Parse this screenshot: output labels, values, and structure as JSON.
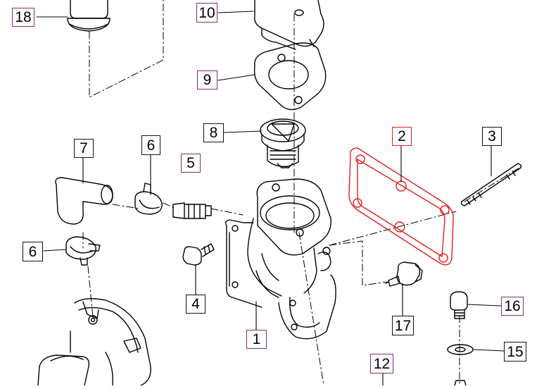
{
  "diagram": {
    "callouts": [
      {
        "id": "1",
        "label": "1",
        "style": "purple"
      },
      {
        "id": "2",
        "label": "2",
        "style": "red"
      },
      {
        "id": "3",
        "label": "3",
        "style": "black"
      },
      {
        "id": "4",
        "label": "4",
        "style": "black"
      },
      {
        "id": "5",
        "label": "5",
        "style": "purple"
      },
      {
        "id": "6a",
        "label": "6",
        "style": "black"
      },
      {
        "id": "6b",
        "label": "6",
        "style": "black"
      },
      {
        "id": "7",
        "label": "7",
        "style": "black"
      },
      {
        "id": "8",
        "label": "8",
        "style": "black"
      },
      {
        "id": "9",
        "label": "9",
        "style": "purple"
      },
      {
        "id": "10",
        "label": "10",
        "style": "purple"
      },
      {
        "id": "12",
        "label": "12",
        "style": "purple"
      },
      {
        "id": "15",
        "label": "15",
        "style": "black"
      },
      {
        "id": "16",
        "label": "16",
        "style": "purple"
      },
      {
        "id": "17",
        "label": "17",
        "style": "black"
      },
      {
        "id": "18",
        "label": "18",
        "style": "purple"
      }
    ],
    "colors": {
      "line": "#000000",
      "highlight": "#e02020",
      "callout_purple": "#7a2f7a",
      "callout_red": "#e02020",
      "callout_black": "#111111",
      "background": "#ffffff"
    }
  }
}
